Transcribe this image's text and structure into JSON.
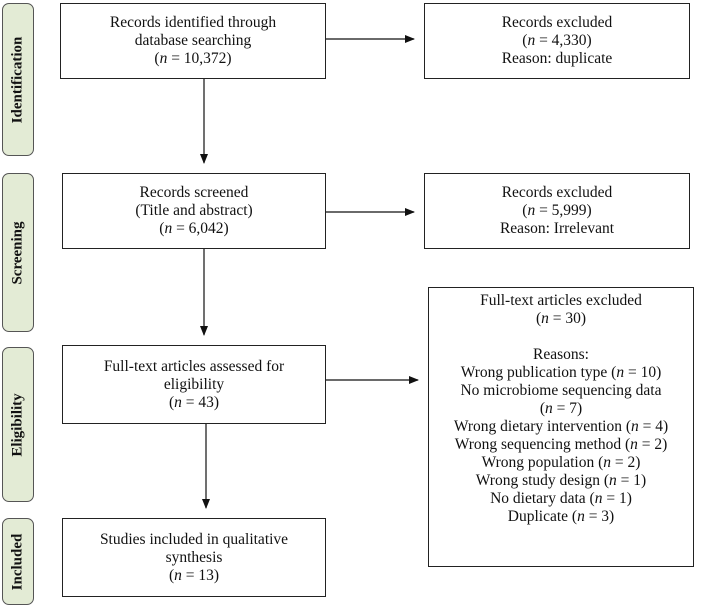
{
  "phases": {
    "identification": "Identification",
    "screening": "Screening",
    "eligibility": "Eligibility",
    "included": "Included"
  },
  "boxes": {
    "identified": {
      "line1": "Records identified through",
      "line2": "database searching",
      "n_prefix": "(",
      "n_var": "n",
      "n_rest": " = 10,372)"
    },
    "excluded_duplicate": {
      "line1": "Records excluded",
      "n_prefix": "(",
      "n_var": "n",
      "n_rest": " = 4,330)",
      "reason": "Reason: duplicate"
    },
    "screened": {
      "line1": "Records screened",
      "line2": "(Title and abstract)",
      "n_prefix": "(",
      "n_var": "n",
      "n_rest": " = 6,042)"
    },
    "excluded_irrelevant": {
      "line1": "Records excluded",
      "n_prefix": "(",
      "n_var": "n",
      "n_rest": " = 5,999)",
      "reason": "Reason: Irrelevant"
    },
    "fulltext_assessed": {
      "line1": "Full-text articles assessed for",
      "line2": "eligibility",
      "n_prefix": "(",
      "n_var": "n",
      "n_rest": " = 43)"
    },
    "fulltext_excluded": {
      "line1": "Full-text articles excluded",
      "n_prefix": "(",
      "n_var": "n",
      "n_rest": " = 30)",
      "reasons_title": "Reasons:",
      "reasons": [
        {
          "pre": "Wrong publication type (",
          "var": "n",
          "post": " = 10)"
        },
        {
          "pre": "No microbiome sequencing data",
          "var": "",
          "post": ""
        },
        {
          "pre": "(",
          "var": "n",
          "post": " = 7)"
        },
        {
          "pre": "Wrong dietary intervention (",
          "var": "n",
          "post": " = 4)"
        },
        {
          "pre": "Wrong sequencing method (",
          "var": "n",
          "post": " = 2)"
        },
        {
          "pre": "Wrong population (",
          "var": "n",
          "post": " = 2)"
        },
        {
          "pre": "Wrong study design (",
          "var": "n",
          "post": " = 1)"
        },
        {
          "pre": "No dietary data (",
          "var": "n",
          "post": " = 1)"
        },
        {
          "pre": "Duplicate (",
          "var": "n",
          "post": " = 3)"
        }
      ]
    },
    "included": {
      "line1": "Studies included in qualitative",
      "line2": "synthesis",
      "n_prefix": "(",
      "n_var": "n",
      "n_rest": " = 13)"
    }
  }
}
